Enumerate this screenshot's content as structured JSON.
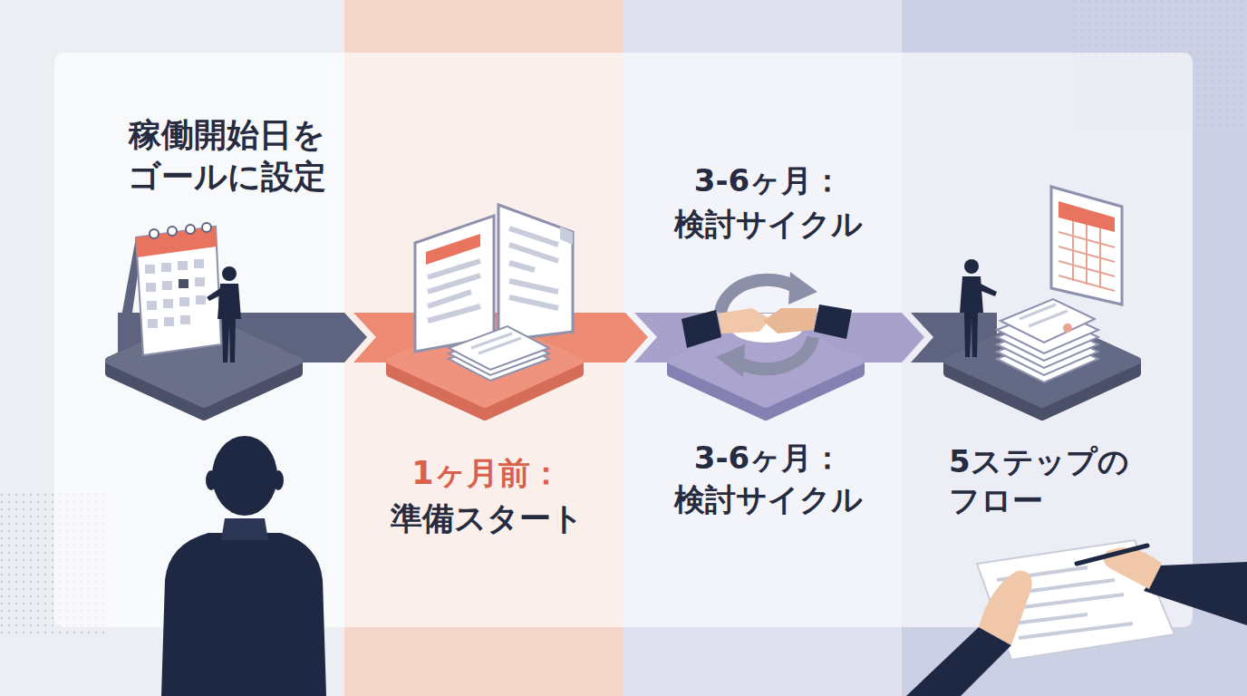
{
  "diagram": {
    "nodes": [
      {
        "text": [
          "稼働開始日を ゴールに設定"
        ]
      },
      {
        "text": [
          "1ヶ月前：",
          "準備スタート"
        ]
      },
      {
        "text": [
          "3-6ヶ月：",
          "検討サイクル",
          "3-6ヶ月：",
          "検討サイクル"
        ]
      },
      {
        "text": [
          "5ステップの フロー"
        ]
      }
    ]
  }
}
